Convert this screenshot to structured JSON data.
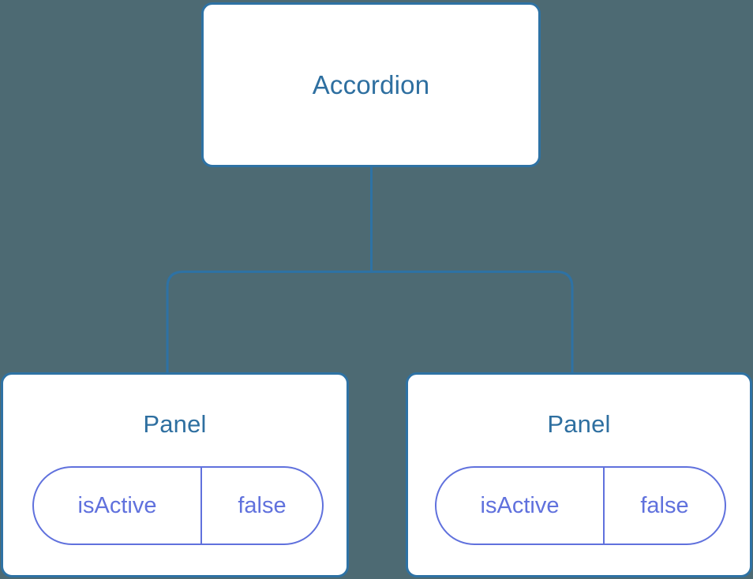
{
  "diagram": {
    "type": "component-tree",
    "background_color": "#4d6a73",
    "node_border_color": "#2e72a4",
    "node_fill_color": "#ffffff",
    "title_color": "#2e6fa0",
    "state_color": "#6071dd",
    "edge_color": "#2e72a4",
    "root": {
      "title": "Accordion"
    },
    "children": [
      {
        "title": "Panel",
        "state": {
          "key": "isActive",
          "value": "false"
        }
      },
      {
        "title": "Panel",
        "state": {
          "key": "isActive",
          "value": "false"
        }
      }
    ]
  }
}
